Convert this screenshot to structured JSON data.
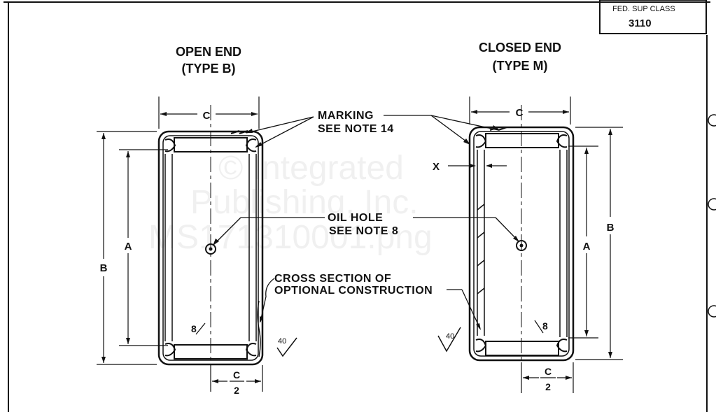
{
  "title_block": {
    "fed_sup_class_label": "FED. SUP CLASS",
    "fed_sup_class_value": "3110"
  },
  "views": {
    "open_end": {
      "line1": "OPEN END",
      "line2": "(TYPE B)"
    },
    "closed_end": {
      "line1": "CLOSED END",
      "line2": "(TYPE M)"
    }
  },
  "callouts": {
    "marking_line1": "MARKING",
    "marking_line2": "SEE NOTE 14",
    "oil_hole_line1": "OIL HOLE",
    "oil_hole_line2": "SEE NOTE 8",
    "cross_section_line1": "CROSS SECTION OF",
    "cross_section_line2": "OPTIONAL CONSTRUCTION"
  },
  "dimensions": {
    "a": "A",
    "b": "B",
    "c": "C",
    "x": "X",
    "half_c_num": "C",
    "half_c_den": "2",
    "angle": "8",
    "finish": "40"
  },
  "watermark": {
    "line1": "© Integrated",
    "line2": "Publishing, Inc.",
    "line3": "MS171310001.png"
  }
}
